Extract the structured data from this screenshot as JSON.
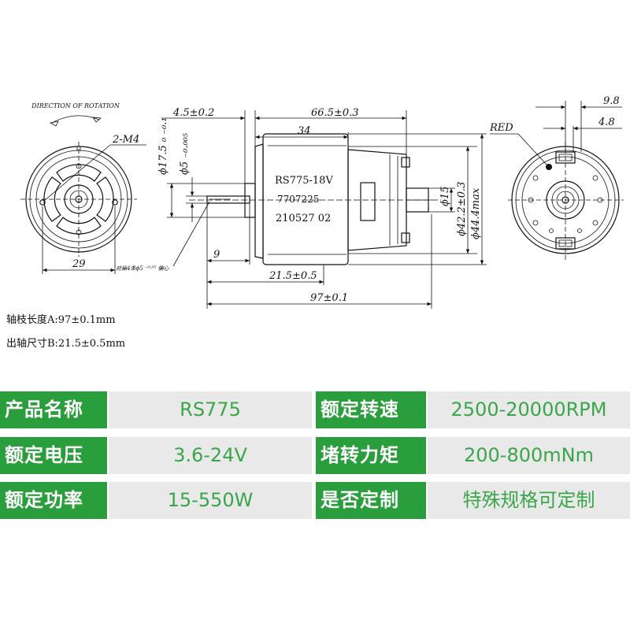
{
  "drawing": {
    "direction_label": "DIRECTION OF ROTATION",
    "thread_label": "2-M4",
    "red_label": "RED",
    "dim_29": "29",
    "dim_4_5": "4.5±0.2",
    "dim_66_5": "66.5±0.3",
    "dim_34": "34",
    "dim_17_5": "ϕ17.5 ₀ ₋₀.₁",
    "dim_5": "ϕ5 ₋₀.₀₀₅",
    "dim_9": "9",
    "dim_21_5": "21.5±0.5",
    "dim_97": "97±0.1",
    "dim_15": "ϕ15",
    "dim_42_2": "ϕ42.2±0.3",
    "dim_44_4": "ϕ44.4max",
    "dim_9_8": "9.8",
    "dim_4_8": "4.8",
    "flat_note": "对扁4条ϕ5 ⁻⁰·⁰⁵ 偏心",
    "body_line1": "RS775-18V",
    "body_line2": "7707225",
    "body_line3": "210527 02"
  },
  "notes": {
    "shaft_length": "轴枝长度A:97±0.1mm",
    "shaft_out": "出轴尺寸B:21.5±0.5mm"
  },
  "specs": [
    {
      "l1": "产品名称",
      "v1": "RS775",
      "l2": "额定转速",
      "v2": "2500-20000RPM"
    },
    {
      "l1": "额定电压",
      "v1": "3.6-24V",
      "l2": "堵转力矩",
      "v2": "200-800mNm"
    },
    {
      "l1": "额定功率",
      "v1": "15-550W",
      "l2": "是否定制",
      "v2": "特殊规格可定制"
    }
  ],
  "colors": {
    "label_bg": "#2a9e3c",
    "value_bg": "#e9e9e9",
    "value_text": "#3aa64a"
  }
}
